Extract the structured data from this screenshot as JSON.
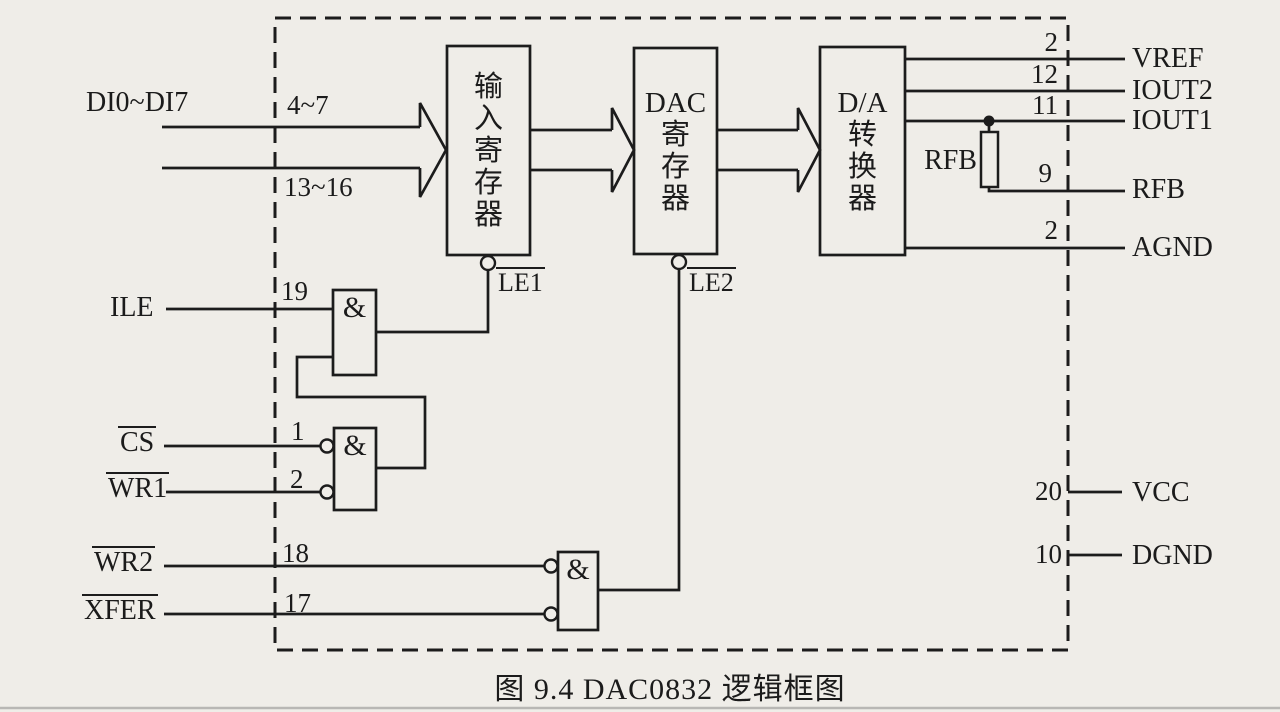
{
  "colors": {
    "paper": "#efede8",
    "ink": "#1c1c1c"
  },
  "caption": "图 9.4   DAC0832 逻辑框图",
  "bus": {
    "label": "DI0~DI7",
    "upper_pins": "4~7",
    "lower_pins": "13~16"
  },
  "blocks": {
    "input_register": "输\n入\n寄\n存\n器",
    "dac_register": "DAC\n寄\n存\n器",
    "da_converter": "D/A\n转\n换\n器"
  },
  "gate_symbol": "&",
  "latches": {
    "le1": "LE1",
    "le2": "LE2"
  },
  "left_pins": {
    "ile": {
      "label": "ILE",
      "pin": "19"
    },
    "cs": {
      "label": "CS",
      "pin": "1"
    },
    "wr1": {
      "label": "WR1",
      "pin": "2"
    },
    "wr2": {
      "label": "WR2",
      "pin": "18"
    },
    "xfer": {
      "label": "XFER",
      "pin": "17"
    }
  },
  "right_pins": {
    "vref": {
      "pin": "2",
      "label": "VREF"
    },
    "iout2": {
      "pin": "12",
      "label": "IOUT2"
    },
    "iout1": {
      "pin": "11",
      "label": "IOUT1"
    },
    "rfb": {
      "pin": "9",
      "label": "RFB"
    },
    "agnd": {
      "pin": "2",
      "label": "AGND"
    },
    "vcc": {
      "pin": "20",
      "label": "VCC"
    },
    "dgnd": {
      "pin": "10",
      "label": "DGND"
    }
  },
  "resistor_label": "RFB"
}
